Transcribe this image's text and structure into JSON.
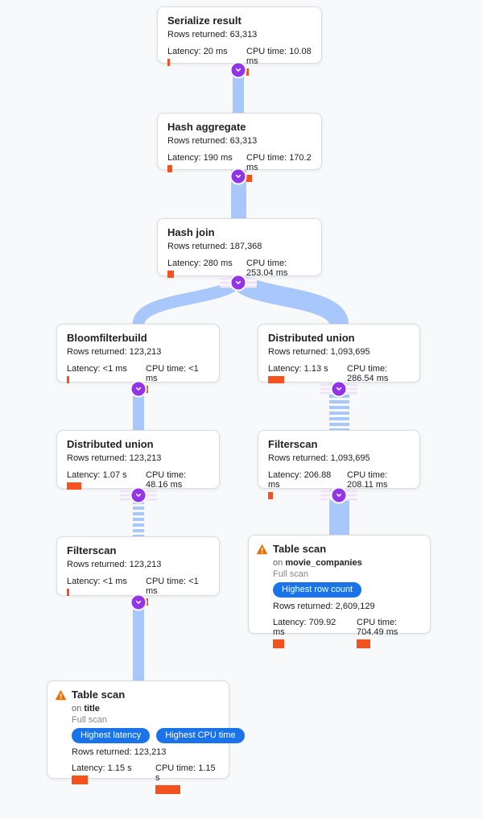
{
  "labels": {
    "rows": "Rows returned:",
    "latency": "Latency:",
    "cpu": "CPU time:",
    "on": "on"
  },
  "colors": {
    "edge_blue": "#A8C7FA",
    "metric_bar_orange": "#F4511E",
    "connector_purple": "#9334E6",
    "badge_blue": "#1A73E8",
    "warning_orange": "#E8710A",
    "canvas_bg": "#F8F9FA"
  },
  "nodes": {
    "serialize": {
      "title": "Serialize result",
      "rows": "63,313",
      "latency": "20 ms",
      "cpu": "10.08 ms"
    },
    "hash_aggregate": {
      "title": "Hash aggregate",
      "rows": "63,313",
      "latency": "190 ms",
      "cpu": "170.2 ms"
    },
    "hash_join": {
      "title": "Hash join",
      "rows": "187,368",
      "latency": "280 ms",
      "cpu": "253.04 ms"
    },
    "bloomfilterbuild": {
      "title": "Bloomfilterbuild",
      "rows": "123,213",
      "latency": "<1 ms",
      "cpu": "<1 ms"
    },
    "dist_union_right": {
      "title": "Distributed union",
      "rows": "1,093,695",
      "latency": "1.13 s",
      "cpu": "286.54 ms"
    },
    "dist_union_left": {
      "title": "Distributed union",
      "rows": "123,213",
      "latency": "1.07 s",
      "cpu": "48.16 ms"
    },
    "filterscan_right": {
      "title": "Filterscan",
      "rows": "1,093,695",
      "latency": "206.88 ms",
      "cpu": "208.11 ms"
    },
    "filterscan_left": {
      "title": "Filterscan",
      "rows": "123,213",
      "latency": "<1 ms",
      "cpu": "<1 ms"
    },
    "tablescan_right": {
      "title": "Table scan",
      "table": "movie_companies",
      "scan": "Full scan",
      "badges": [
        "Highest row count"
      ],
      "rows": "2,609,129",
      "latency": "709.92 ms",
      "cpu": "704.49 ms"
    },
    "tablescan_left": {
      "title": "Table scan",
      "table": "title",
      "scan": "Full scan",
      "badges": [
        "Highest latency",
        "Highest CPU time"
      ],
      "rows": "123,213",
      "latency": "1.15 s",
      "cpu": "1.15 s"
    }
  }
}
